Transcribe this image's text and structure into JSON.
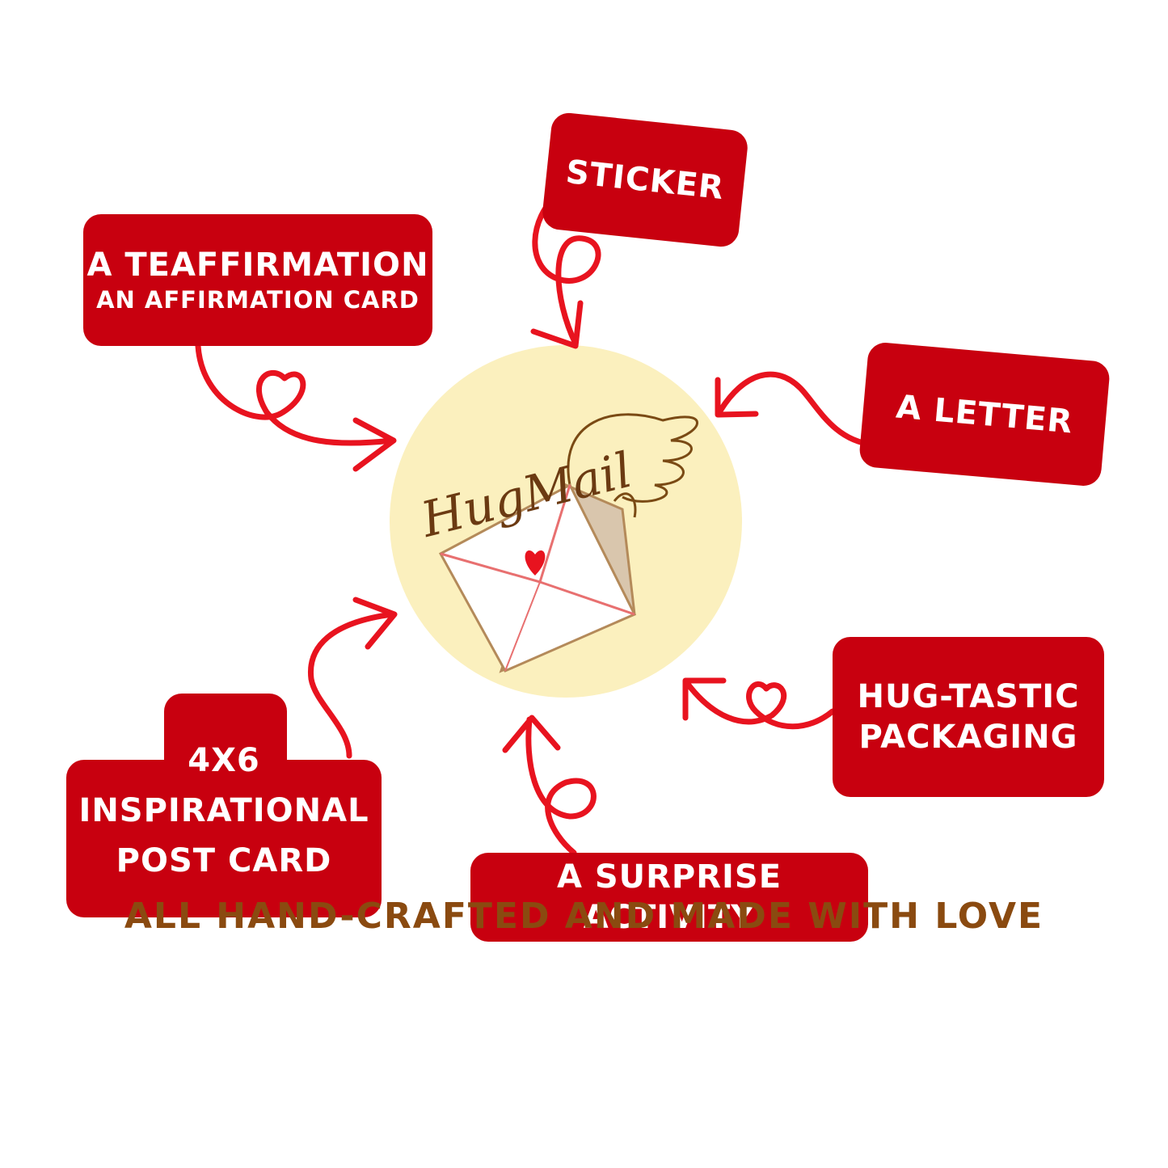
{
  "center": {
    "logo_text": "HugMail"
  },
  "labels": {
    "sticker": "STICKER",
    "teaffirmation_line1": "A TEAFFIRMATION",
    "teaffirmation_line2": "AN AFFIRMATION CARD",
    "letter": "A LETTER",
    "packaging_line1": "HUG-TASTIC",
    "packaging_line2": "PACKAGING",
    "postcard_line1": "4X6",
    "postcard_line2": "INSPIRATIONAL",
    "postcard_line3": "POST CARD",
    "activity": "A SURPRISE ACTIVITY"
  },
  "footer": {
    "text": "ALL HAND-CRAFTED AND MADE WITH LOVE"
  },
  "colors": {
    "label_bg": "#c8000f",
    "arrow": "#e8131f",
    "circle": "#fbf0be",
    "logo_text": "#6b3a12",
    "footer_text": "#8a4a10"
  }
}
